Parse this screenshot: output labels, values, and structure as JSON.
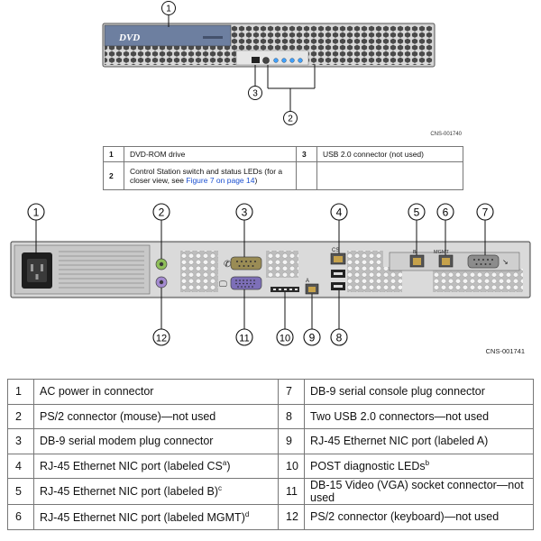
{
  "front_diagram": {
    "bezel_label": "DVD",
    "callouts": [
      "1",
      "2",
      "3"
    ],
    "figure_id": "CNS-001740"
  },
  "front_table": {
    "rows": [
      {
        "n1": "1",
        "t1": "DVD-ROM drive",
        "n2": "3",
        "t2": "USB 2.0 connector (not used)"
      },
      {
        "n1": "2",
        "t1_pre": "Control Station switch and status LEDs (for a closer view, see ",
        "t1_link": "Figure 7 on page 14",
        "t1_post": ")",
        "n2": "",
        "t2": ""
      }
    ]
  },
  "rear_diagram": {
    "callouts": [
      "1",
      "2",
      "3",
      "4",
      "5",
      "6",
      "7",
      "12",
      "11",
      "10",
      "9",
      "8"
    ],
    "port_label_cs": "CS",
    "port_label_b": "B",
    "port_label_mgmt": "MGMT",
    "port_label_a": "A",
    "figure_id": "CNS-001741"
  },
  "rear_table": {
    "rows": [
      {
        "n1": "1",
        "t1": "AC power in connector",
        "s1": "",
        "n2": "7",
        "t2": "DB-9 serial console plug connector",
        "s2": ""
      },
      {
        "n1": "2",
        "t1": "PS/2 connector (mouse)—not used",
        "s1": "",
        "n2": "8",
        "t2": "Two USB 2.0 connectors—not used",
        "s2": ""
      },
      {
        "n1": "3",
        "t1": "DB-9 serial modem plug connector",
        "s1": "",
        "n2": "9",
        "t2": "RJ-45 Ethernet NIC port (labeled A)",
        "s2": ""
      },
      {
        "n1": "4",
        "t1": "RJ-45 Ethernet NIC port (labeled CS",
        "s1": "a",
        "t1_post": ")",
        "n2": "10",
        "t2": "POST diagnostic LEDs",
        "s2": "b"
      },
      {
        "n1": "5",
        "t1": "RJ-45 Ethernet NIC port (labeled B)",
        "s1": "c",
        "n2": "11",
        "t2": "DB-15 Video (VGA) socket connector—not used",
        "s2": ""
      },
      {
        "n1": "6",
        "t1": "RJ-45 Ethernet NIC port (labeled MGMT)",
        "s1": "d",
        "n2": "12",
        "t2": "PS/2 connector (keyboard)—not used",
        "s2": ""
      }
    ]
  }
}
